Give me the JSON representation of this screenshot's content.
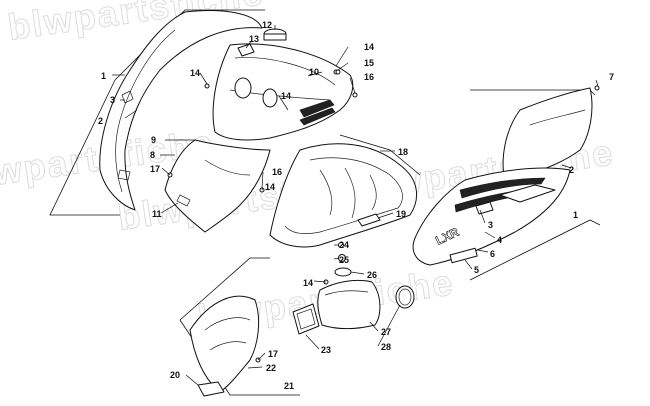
{
  "watermark": "blwpartsfiche",
  "callouts": [
    {
      "id": "c1a",
      "label": "1"
    },
    {
      "id": "c1b",
      "label": "1"
    },
    {
      "id": "c2a",
      "label": "2"
    },
    {
      "id": "c2b",
      "label": "2"
    },
    {
      "id": "c3a",
      "label": "3"
    },
    {
      "id": "c3b",
      "label": "3"
    },
    {
      "id": "c4",
      "label": "4"
    },
    {
      "id": "c5",
      "label": "5"
    },
    {
      "id": "c6",
      "label": "6"
    },
    {
      "id": "c7",
      "label": "7"
    },
    {
      "id": "c8",
      "label": "8"
    },
    {
      "id": "c9",
      "label": "9"
    },
    {
      "id": "c10",
      "label": "10"
    },
    {
      "id": "c11",
      "label": "11"
    },
    {
      "id": "c12",
      "label": "12"
    },
    {
      "id": "c13",
      "label": "13"
    },
    {
      "id": "c14a",
      "label": "14"
    },
    {
      "id": "c14b",
      "label": "14"
    },
    {
      "id": "c14c",
      "label": "14"
    },
    {
      "id": "c14d",
      "label": "14"
    },
    {
      "id": "c14e",
      "label": "14"
    },
    {
      "id": "c15",
      "label": "15"
    },
    {
      "id": "c16a",
      "label": "16"
    },
    {
      "id": "c16b",
      "label": "16"
    },
    {
      "id": "c17a",
      "label": "17"
    },
    {
      "id": "c17b",
      "label": "17"
    },
    {
      "id": "c18",
      "label": "18"
    },
    {
      "id": "c19",
      "label": "19"
    },
    {
      "id": "c20",
      "label": "20"
    },
    {
      "id": "c21",
      "label": "21"
    },
    {
      "id": "c22",
      "label": "22"
    },
    {
      "id": "c23",
      "label": "23"
    },
    {
      "id": "c24",
      "label": "24"
    },
    {
      "id": "c25",
      "label": "25"
    },
    {
      "id": "c26",
      "label": "26"
    },
    {
      "id": "c27",
      "label": "27"
    },
    {
      "id": "c28",
      "label": "28"
    }
  ],
  "decals": {
    "logo_text": "LXR"
  }
}
